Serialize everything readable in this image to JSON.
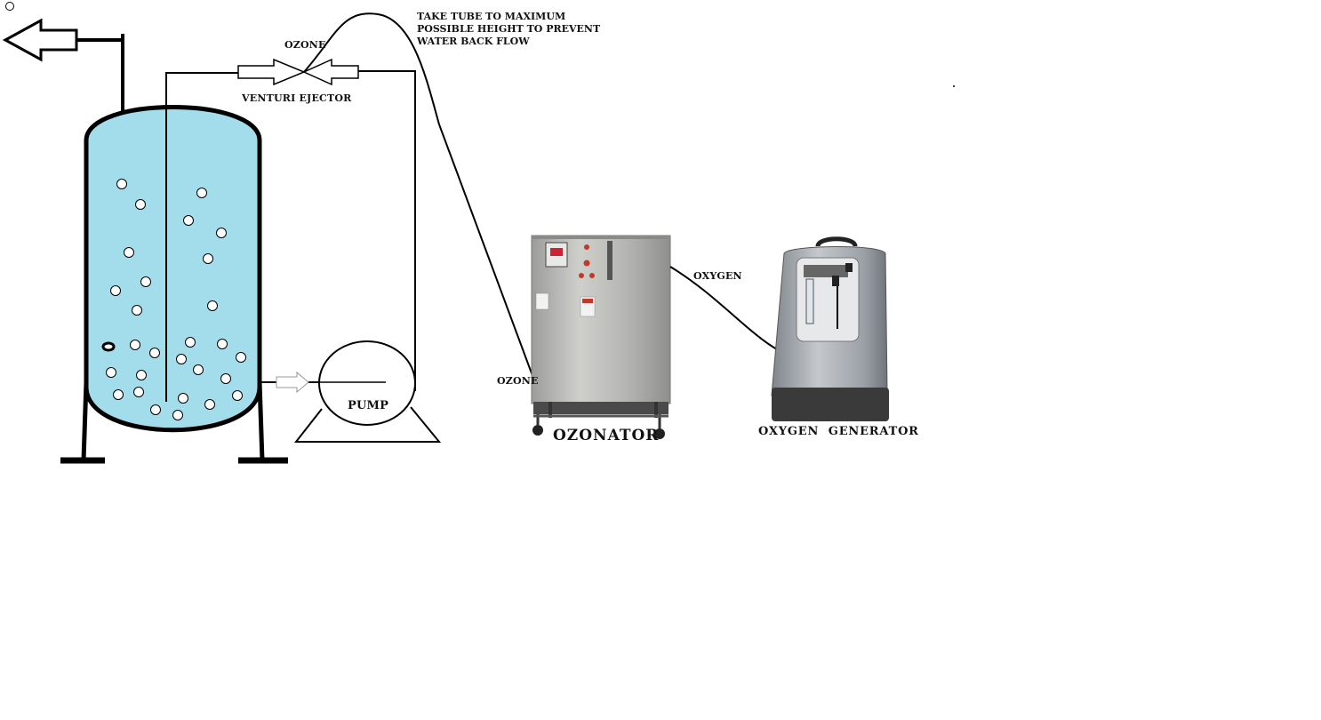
{
  "labels": {
    "ozone_top": "OZONE",
    "venturi": "VENTURI EJECTOR",
    "note_lines": [
      "TAKE TUBE TO MAXIMUM",
      "POSSIBLE HEIGHT TO PREVENT",
      "WATER BACK FLOW"
    ],
    "pump": "PUMP",
    "ozone_inlet": "OZONE",
    "oxygen": "OXYGEN",
    "ozonator": "OZONATOR",
    "oxygen_generator": "OXYGEN  GENERATOR"
  },
  "colors": {
    "water": "#a3dcea",
    "line": "#000000",
    "steel": "#b8b8b6",
    "generator_body": "#9ea3a8",
    "generator_base": "#3a3a3a"
  }
}
